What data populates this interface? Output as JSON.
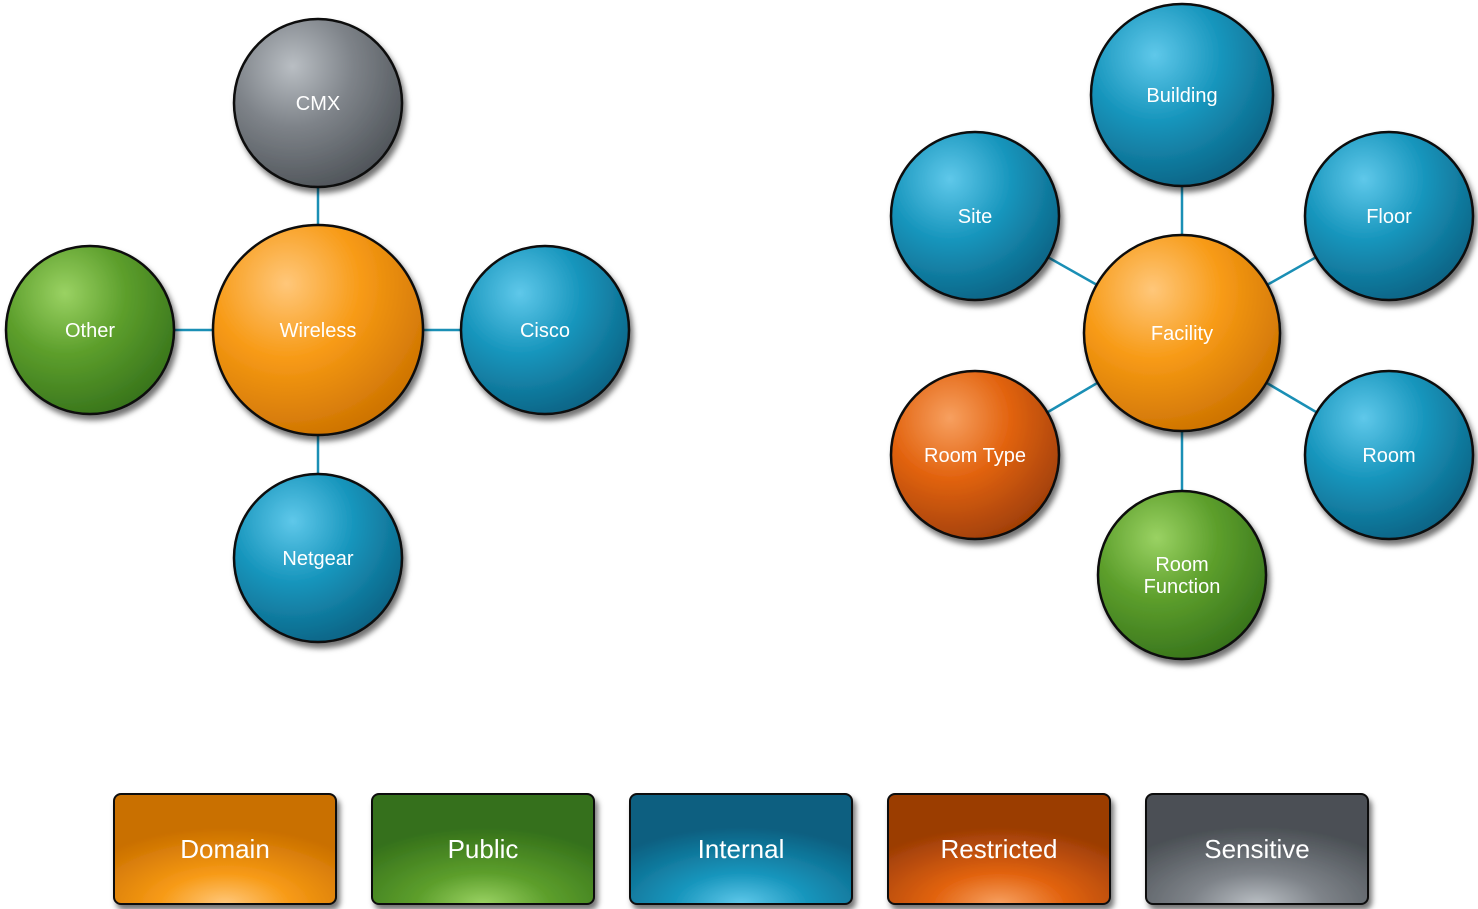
{
  "palette": {
    "domain": [
      "#ffc77a",
      "#f79a15",
      "#c96f00"
    ],
    "public": [
      "#9ad263",
      "#5d9f2c",
      "#34701a"
    ],
    "internal": [
      "#5fc8ea",
      "#1896bd",
      "#0a5f80"
    ],
    "restricted": [
      "#f7a060",
      "#e2630f",
      "#9b3c05"
    ],
    "sensitive": [
      "#b9bec3",
      "#7e8389",
      "#4b5055"
    ]
  },
  "diagrams": [
    {
      "name": "wireless",
      "nodes": [
        {
          "id": "wireless",
          "label": "Wireless",
          "category": "domain"
        },
        {
          "id": "cmx",
          "label": "CMX",
          "category": "sensitive"
        },
        {
          "id": "other",
          "label": "Other",
          "category": "public"
        },
        {
          "id": "cisco",
          "label": "Cisco",
          "category": "internal"
        },
        {
          "id": "netgear",
          "label": "Netgear",
          "category": "internal"
        }
      ],
      "edges": [
        [
          "wireless",
          "cmx"
        ],
        [
          "wireless",
          "other"
        ],
        [
          "wireless",
          "cisco"
        ],
        [
          "wireless",
          "netgear"
        ]
      ]
    },
    {
      "name": "facility",
      "nodes": [
        {
          "id": "facility",
          "label": "Facility",
          "category": "domain"
        },
        {
          "id": "building",
          "label": "Building",
          "category": "internal"
        },
        {
          "id": "site",
          "label": "Site",
          "category": "internal"
        },
        {
          "id": "floor",
          "label": "Floor",
          "category": "internal"
        },
        {
          "id": "room-type",
          "label": "Room Type",
          "category": "restricted"
        },
        {
          "id": "room",
          "label": "Room",
          "category": "internal"
        },
        {
          "id": "room-function",
          "label": "Room\nFunction",
          "category": "public"
        }
      ],
      "edges": [
        [
          "facility",
          "building"
        ],
        [
          "facility",
          "site"
        ],
        [
          "facility",
          "floor"
        ],
        [
          "facility",
          "room-type"
        ],
        [
          "facility",
          "room"
        ],
        [
          "facility",
          "room-function"
        ]
      ]
    }
  ],
  "legend": [
    {
      "id": "domain",
      "label": "Domain",
      "category": "domain"
    },
    {
      "id": "public",
      "label": "Public",
      "category": "public"
    },
    {
      "id": "internal",
      "label": "Internal",
      "category": "internal"
    },
    {
      "id": "restricted",
      "label": "Restricted",
      "category": "restricted"
    },
    {
      "id": "sensitive",
      "label": "Sensitive",
      "category": "sensitive"
    }
  ]
}
